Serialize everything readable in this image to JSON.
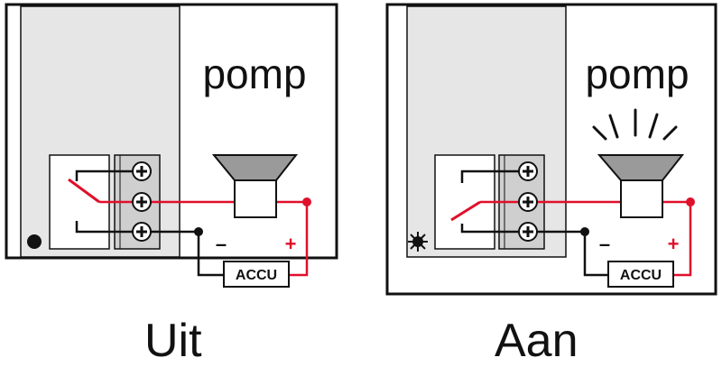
{
  "panels": [
    {
      "device_label": "pomp",
      "battery_label": "ACCU",
      "minus_label": "–",
      "plus_label": "+",
      "state_label": "Uit",
      "switch_on": false,
      "sensor": "dot"
    },
    {
      "device_label": "pomp",
      "battery_label": "ACCU",
      "minus_label": "–",
      "plus_label": "+",
      "state_label": "Aan",
      "switch_on": true,
      "sensor": "burst"
    }
  ],
  "colors": {
    "wire_active": "#e0102a",
    "wire_neutral": "#111111",
    "housing": "#e6e6e6",
    "terminal_block": "#cfcfcf",
    "horn": "#9a9a9a"
  }
}
